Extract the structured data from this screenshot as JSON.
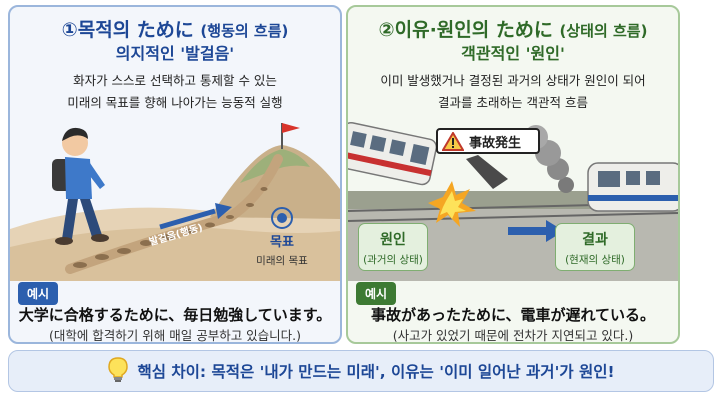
{
  "left": {
    "heading_main": "①목적의 ために",
    "heading_sub": "(행동의 흐름)",
    "subheading": "의지적인 '발걸음'",
    "desc_line1": "화자가 스스로 선택하고 통제할 수 있는",
    "desc_line2": "미래의 목표를 향해 나아가는 능동적 실행",
    "arrow_label": "발걸음(행동)",
    "goal_title": "목표",
    "goal_sub": "미래의 목표",
    "example_tag": "예시",
    "example_jp": "大学に合格するために、毎日勉強しています。",
    "example_kr": "(대학에 합격하기 위해 매일 공부하고 있습니다.)"
  },
  "right": {
    "heading_main": "②이유·원인의 ために",
    "heading_sub": "(상태의 흐름)",
    "subheading": "객관적인 '원인'",
    "desc_line1": "이미 발생했거나 결정된 과거의 상태가 원인이 되어",
    "desc_line2": "결과를 초래하는 객관적 흐름",
    "accident_label": "事故発生",
    "cause_title": "원인",
    "cause_sub": "(과거의 상태)",
    "result_title": "결과",
    "result_sub": "(현재의 상태)",
    "example_tag": "예시",
    "example_jp": "事故があったために、電車が遅れている。",
    "example_kr": "(사고가 있었기 때문에 전차가 지연되고 있다.)"
  },
  "bottom": {
    "text": "핵심 차이: 목적은 '내가 만드는 미래', 이유는 '이미 일어난 과거'가 원인!",
    "icon": "lightbulb-icon"
  },
  "colors": {
    "left_accent": "#1d4796",
    "right_accent": "#2f6a28",
    "left_tag": "#2c5fae",
    "right_tag": "#3d7a33",
    "flag": "#d8342b"
  }
}
